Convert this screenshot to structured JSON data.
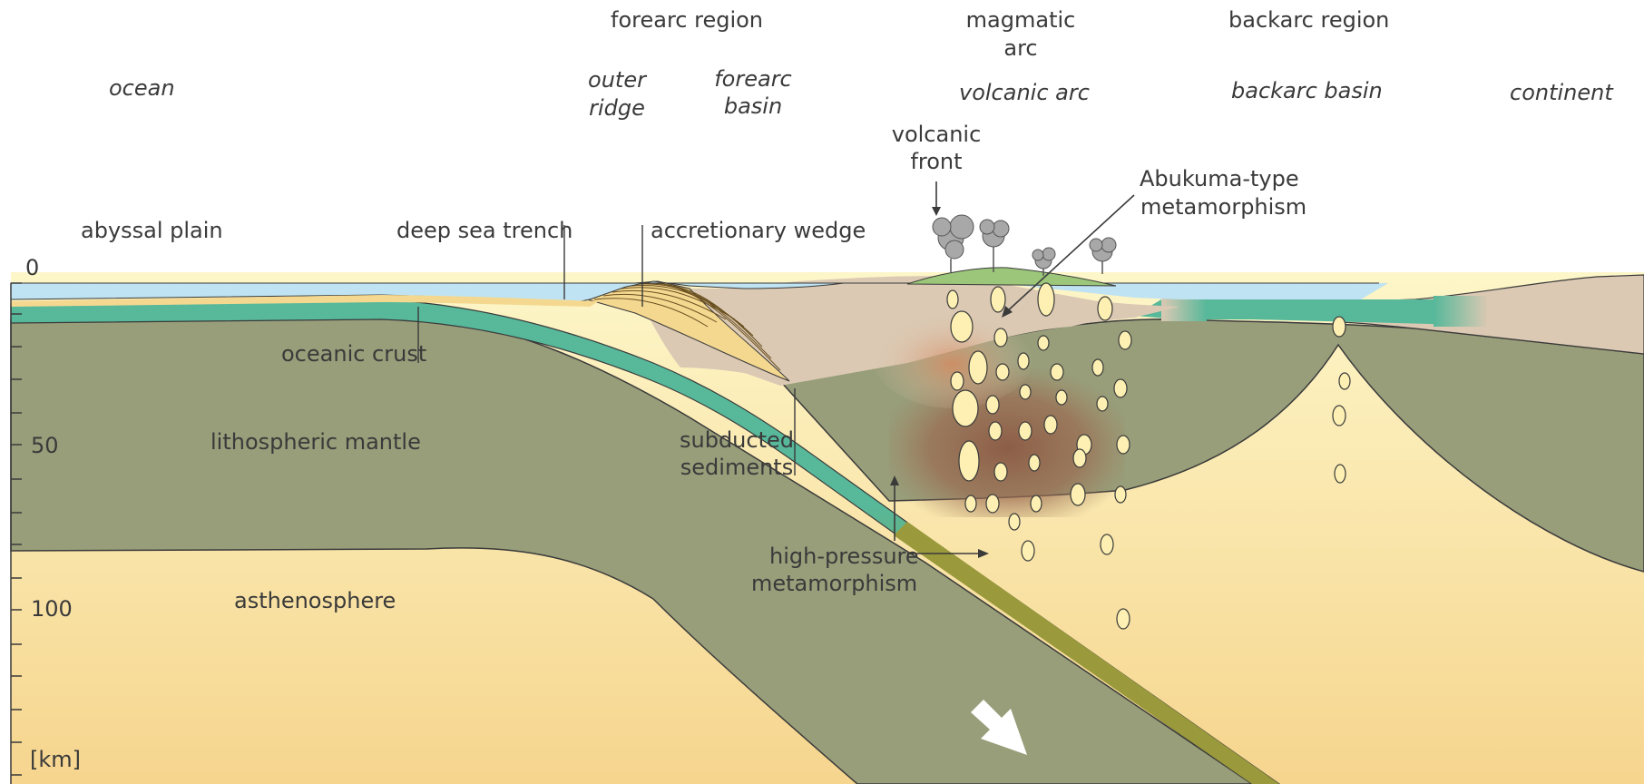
{
  "regions": {
    "forearc": "forearc region",
    "magmatic_arc_line1": "magmatic",
    "magmatic_arc_line2": "arc",
    "backarc": "backarc region"
  },
  "settings": {
    "ocean": "ocean",
    "outer_ridge_line1": "outer",
    "outer_ridge_line2": "ridge",
    "forearc_basin_line1": "forearc",
    "forearc_basin_line2": "basin",
    "volcanic_arc": "volcanic arc",
    "backarc_basin": "backarc basin",
    "continent": "continent"
  },
  "features": {
    "volcanic_front_line1": "volcanic",
    "volcanic_front_line2": "front",
    "abukuma_line1": "Abukuma-type",
    "abukuma_line2": "metamorphism",
    "abyssal_plain": "abyssal plain",
    "deep_sea_trench": "deep sea trench",
    "accretionary_wedge": "accretionary wedge",
    "oceanic_crust": "oceanic crust",
    "lithospheric_mantle": "lithospheric mantle",
    "subducted_line1": "subducted",
    "subducted_line2": "sediments",
    "hp_line1": "high-pressure",
    "hp_line2": "metamorphism",
    "asthenosphere": "asthenosphere"
  },
  "depth_axis": {
    "ticks": [
      "0",
      "50",
      "100"
    ],
    "unit": "[km]"
  },
  "colors": {
    "sea": "#bfe3f2",
    "oceanic_crust": "#57b89a",
    "lithospheric_mantle": "#989e7a",
    "asthenosphere": "#fcefb4",
    "continental_crust": "#dbc9b3",
    "sediment": "#f4d890",
    "volcano_green": "#9cc77a",
    "magma": "#fdf0b2",
    "slab_band": "#9a9a3c",
    "hot_zone": "#8a5a44"
  }
}
